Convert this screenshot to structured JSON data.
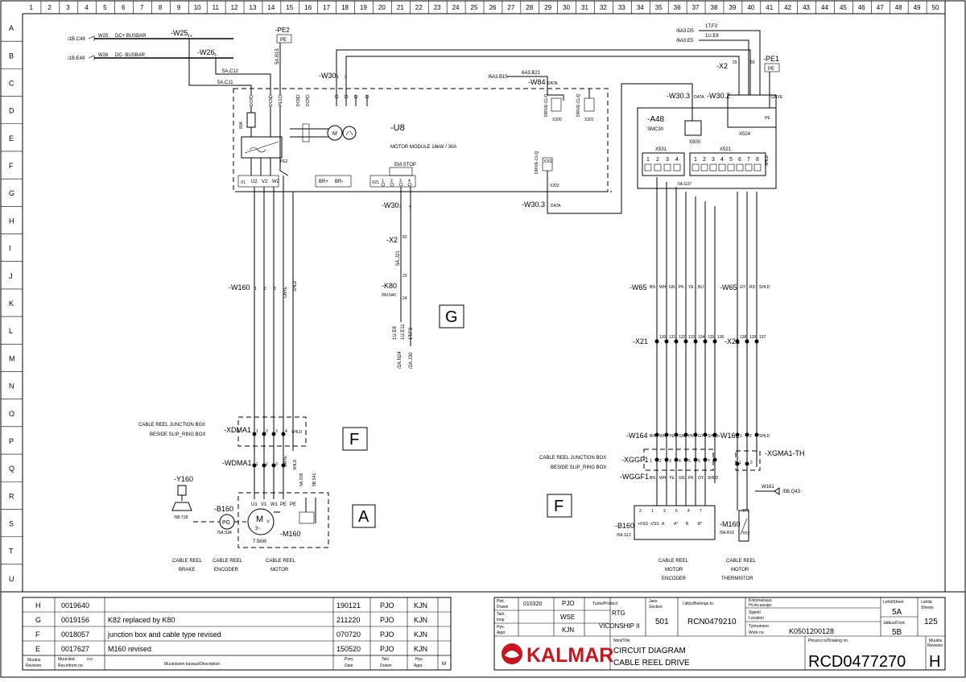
{
  "col_numbers": [
    "1",
    "2",
    "3",
    "4",
    "5",
    "6",
    "7",
    "8",
    "9",
    "10",
    "11",
    "12",
    "13",
    "14",
    "15",
    "16",
    "17",
    "18",
    "19",
    "20",
    "21",
    "22",
    "23",
    "24",
    "25",
    "26",
    "27",
    "28",
    "29",
    "30",
    "31",
    "32",
    "33",
    "34",
    "35",
    "36",
    "37",
    "38",
    "39",
    "40",
    "41",
    "42",
    "43",
    "44",
    "45",
    "46",
    "47",
    "48",
    "49",
    "50"
  ],
  "row_letters": [
    "A",
    "B",
    "C",
    "D",
    "E",
    "F",
    "G",
    "H",
    "I",
    "J",
    "K",
    "L",
    "M",
    "N",
    "O",
    "P",
    "Q",
    "R",
    "S",
    "T",
    "U"
  ],
  "busbar": {
    "w25_ref": "/1B.C49",
    "w25": "W25",
    "w25_label": "DC+ BUSBAR",
    "w25_tag": "-W25",
    "w25_pin": "1+",
    "w26_ref": "/1B.E49",
    "w26": "W26",
    "w26_label": "DC- BUSBAR",
    "w26_tag": "-W26",
    "w26_pin": "1-",
    "ref_c12": "5A.C12",
    "ref_c11": "5A.C11",
    "pe2": "-PE2",
    "pe_box": "PE",
    "ref_b15": "5A.B15"
  },
  "u8": {
    "tag": "-U8",
    "desc": "MOTOR MODULE 16kW / 30A",
    "dc_pins": [
      "DCP",
      "DCN",
      "PE1",
      "DCN",
      "DCP"
    ],
    "fuse": "80A",
    "motor": "M",
    "x1_label": "X1",
    "x1_pins": [
      "U2",
      "V2",
      "W2"
    ],
    "pe2": "PE2",
    "br_pins": [
      "BR+",
      "BR-"
    ],
    "x21_label": "X21",
    "x21_pins": [
      "1",
      "2",
      "3",
      "4"
    ],
    "em_stop": "EM.STOP",
    "w30": "-W30",
    "w30_pins": [
      "1",
      "2"
    ],
    "w30_b": "-W30",
    "w30_b_pins": [
      "3",
      "4"
    ],
    "w84": "-W84",
    "w84_data": "DATA",
    "ref_b21": "6A3.B21",
    "ref_b15": "/6A3.B15",
    "x200": "X200",
    "x201": "X201",
    "x202": "X202",
    "drive_cliq": "DRIVE-CLiQ",
    "w30_3": "-W30.3",
    "w30_3_data": "DATA"
  },
  "a48": {
    "tag": "-A48",
    "model": "SMC30",
    "x500": "X500",
    "x531": "X531",
    "x521": "X521",
    "x524": "X524",
    "x531_pins": [
      "1",
      "2",
      "3",
      "4"
    ],
    "x521_pins": [
      "1",
      "2",
      "3",
      "4",
      "5",
      "6",
      "7",
      "8"
    ],
    "shld": "SHLD",
    "pe": "PE",
    "w30_3": "-W30.3",
    "w30_3_data": "DATA",
    "w30_2": "-W30.2",
    "x2": "-X2",
    "x2_pins": [
      "29",
      "59"
    ],
    "ref_f3": "1T.F3",
    "ref_e8": "1U.E8",
    "ref_d5": "/6A3.D5",
    "ref_e5": "/6A3.E5",
    "pe1": "-PE1",
    "pe1_box": "PE",
    "gnye": "GNYE",
    "ref_g37": "5A.G37"
  },
  "k80": {
    "x2": "-X2",
    "x2_pin": "83",
    "ref_j21": "5A.J21",
    "pin23": "23",
    "tag": "-K80",
    "ref": "/6N.N41",
    "pin24": "24",
    "refs": [
      "1U.E8",
      "1U.E11",
      "1T.F3"
    ],
    "refs2": [
      "/2A.N24",
      "/2A.J30"
    ]
  },
  "left_cables": {
    "w160": "-W160",
    "w160_pins": [
      "1",
      "2",
      "3"
    ],
    "gnye": "GNYE",
    "shld": "SHLD",
    "xdma1": "-XDMA1",
    "xdma1_pins": [
      "1",
      "2",
      "3",
      "4"
    ],
    "wdma1": "-WDMA1",
    "wdma1_pins": [
      "1",
      "2",
      "3"
    ],
    "jb1": "CABLE REEL JUNCTION BOX",
    "jb2": "BESIDE SLIP_RING BOX"
  },
  "motor_left": {
    "y160": "-Y160",
    "y160_ref": "/5B.T28",
    "b160": "-B160",
    "pg": "PG",
    "b160_ref": "/5A.S34",
    "motor_pins": [
      "U1",
      "V1",
      "W1",
      "PE",
      "PE"
    ],
    "motor": "M",
    "phase": "3~",
    "y": "Y",
    "m160": "-M160",
    "kw": "7.5kW",
    "refs": [
      "5A.S39",
      "5B.S41"
    ],
    "cap_brake": [
      "CABLE REEL",
      "BRAKE"
    ],
    "cap_enc": [
      "CABLE REEL",
      "ENCODER"
    ],
    "cap_motor": [
      "CABLE REEL",
      "MOTOR"
    ]
  },
  "right_cables": {
    "w65a": "-W65",
    "w65a_pins": [
      "BN",
      "WH",
      "GN",
      "PK",
      "YE",
      "BU"
    ],
    "w65b": "-W65",
    "w65b_pins": [
      "GY",
      "RD",
      "SHLD"
    ],
    "x21a": "-X21",
    "x21a_pins": [
      "130",
      "131",
      "132",
      "133",
      "134",
      "135",
      "136"
    ],
    "x21b": "-X21",
    "x21b_pins": [
      "138",
      "139",
      "137"
    ],
    "w164": "-W164",
    "w164_pins": [
      "BN",
      "WH",
      "YE",
      "GN",
      "PK",
      "GY",
      "SHLD"
    ],
    "w161": "-W161",
    "w161_pins": [
      "1",
      "2",
      "SHLD"
    ],
    "xggf1": "-XGGF1",
    "xggf1_pins": [
      "1",
      "2",
      "3",
      "4",
      "5",
      "6",
      "7"
    ],
    "xgma1": "-XGMA1-TH",
    "xgma1_pins": [
      "1",
      "2"
    ],
    "wggf1": "-WGGF1",
    "wggf1_pins": [
      "BN",
      "WH",
      "YE",
      "GN",
      "PK",
      "GY",
      "SHLD"
    ],
    "w161b": "W161",
    "w161_ref": "/5B.Q43",
    "jb1": "CABLE REEL JUNCTION BOX",
    "jb2": "BESIDE SLIP_RING BOX",
    "b160": "-B160",
    "b160_ref": "/5A.S12",
    "enc_pins": [
      "+VSS",
      "-VSS",
      "A",
      "A*",
      "B",
      "B*"
    ],
    "enc_nums": [
      "2",
      "1",
      "3",
      "6",
      "4",
      "7"
    ],
    "m160": "-M160",
    "m160_ref": "/5A.R16",
    "tp1": "TP1",
    "tp2": "TP2",
    "cap_enc": [
      "CABLE REEL",
      "MOTOR",
      "ENCODER"
    ],
    "cap_th": [
      "CABLE REEL",
      "MOTOR",
      "THERMISTOR"
    ]
  },
  "zones": [
    "G",
    "F",
    "A",
    "F"
  ],
  "revisions": [
    {
      "rev": "H",
      "no": "0019640",
      "desc": "",
      "date": "190121",
      "drawn": "PJO",
      "appr": "KJN"
    },
    {
      "rev": "G",
      "no": "0019156",
      "desc": "K82 replaced by K80",
      "date": "211220",
      "drawn": "PJO",
      "appr": "KJN"
    },
    {
      "rev": "F",
      "no": "0018057",
      "desc": "junction box and cable type revised",
      "date": "070720",
      "drawn": "PJO",
      "appr": "KJN"
    },
    {
      "rev": "E",
      "no": "0017627",
      "desc": "M160 revised",
      "date": "150520",
      "drawn": "PJO",
      "appr": "KJN"
    }
  ],
  "rev_headers": {
    "muutos": "Muutos",
    "revision": "Revision",
    "muut_ted": "Muut.tied.",
    "rev_inform": "Rev.inform no",
    "no": "n:o",
    "desc": "Muutoksien kuvaus/Description",
    "pvm": "Pvm.",
    "date": "Date",
    "teki": "Teki",
    "drawn": "Drawn",
    "hyv": "Hyv.",
    "appr": "Appr.",
    "m": "M"
  },
  "title": {
    "piirt": "Piirt.",
    "drawn": "Drawn",
    "date": "010320",
    "drawn_by": "PJO",
    "tark": "Tark.",
    "insp": "Insp",
    "insp_by": "WSE",
    "hyv": "Hyv.",
    "appr": "Appr",
    "appr_by": "KJN",
    "tuote": "Tuote/Product",
    "product1": "RTG",
    "product2": "VICONSHIP II",
    "jaos": "Jaos",
    "section": "Section",
    "section_val": "501",
    "liittyy": "Liittyy/Belongs to",
    "belongs": "RCN0479210",
    "kok": "Kokonaisuus",
    "hlev": "Hl./ev.assign.",
    "sijainti": "Sijainti",
    "location": "Location",
    "tyonumero": "Työnumero",
    "workno": "Work no.",
    "workno_val": "K0501200128",
    "nimi": "Nimi/Title",
    "title1": "CIRCUIT DIAGRAM",
    "title2": "CABLE REEL DRIVE",
    "lehti": "Lehti/Sheet",
    "sheet": "5A",
    "jatkuu": "Jatkuu/Cont.",
    "cont": "5B",
    "lehtia": "Lehtiä",
    "sheets": "Sheets",
    "sheets_val": "125",
    "piirnro": "Piirust.n:o/Drawing no",
    "drawing_no": "RCD0477270",
    "rev": "H",
    "muutos": "Muutos",
    "revision": "Revision",
    "logo": "KALMAR"
  }
}
